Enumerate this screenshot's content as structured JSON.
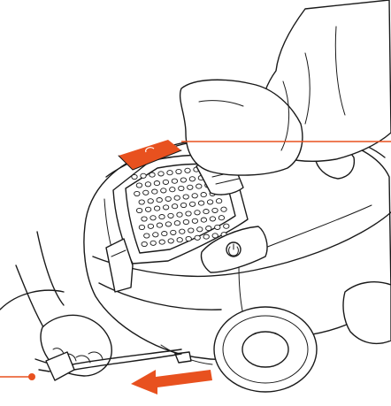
{
  "colors": {
    "accent": "#e8511f",
    "outline": "#1a1a1a",
    "background": "#ffffff"
  },
  "diagram": {
    "subject": "vacuum-cleaner",
    "callouts": [
      {
        "id": "cord-rewind-button",
        "icon": "cord-rewind-button-icon"
      },
      {
        "id": "power-plug",
        "icon": "power-plug-icon"
      }
    ],
    "arrows": [
      {
        "id": "pull-direction",
        "icon": "arrow-left-icon"
      }
    ]
  }
}
